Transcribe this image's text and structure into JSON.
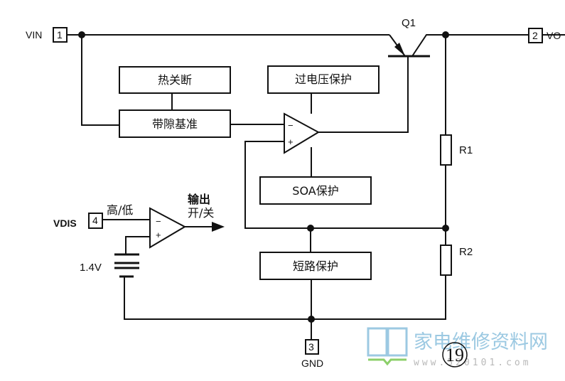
{
  "diagram": {
    "pins": {
      "vin": {
        "number": "1",
        "label": "VIN"
      },
      "vo": {
        "number": "2",
        "label": "VO"
      },
      "gnd": {
        "number": "3",
        "label": "GND"
      },
      "vdis": {
        "number": "4",
        "label": "VDIS"
      }
    },
    "transistor": {
      "label": "Q1"
    },
    "blocks": {
      "thermal_shutdown": "热关断",
      "bandgap_reference": "带隙基准",
      "overvoltage_protection": "过电压保护",
      "soa_protection": "SOA保护",
      "short_circuit_protection": "短路保护"
    },
    "resistors": {
      "r1": "R1",
      "r2": "R2"
    },
    "opamp_signs": {
      "minus": "−",
      "plus": "+"
    },
    "vdis_section": {
      "input_label": "高/低",
      "output_label_line1": "输出",
      "output_label_line2": "开/关",
      "battery_label": "1.4V"
    }
  },
  "watermark": {
    "site_name": "家电维修资料网",
    "url": "www.520101.com",
    "colors": {
      "logo": "#9cc9e2",
      "accent": "#8ccf6a",
      "url": "#b9b9b9"
    }
  },
  "figure_number": "19"
}
